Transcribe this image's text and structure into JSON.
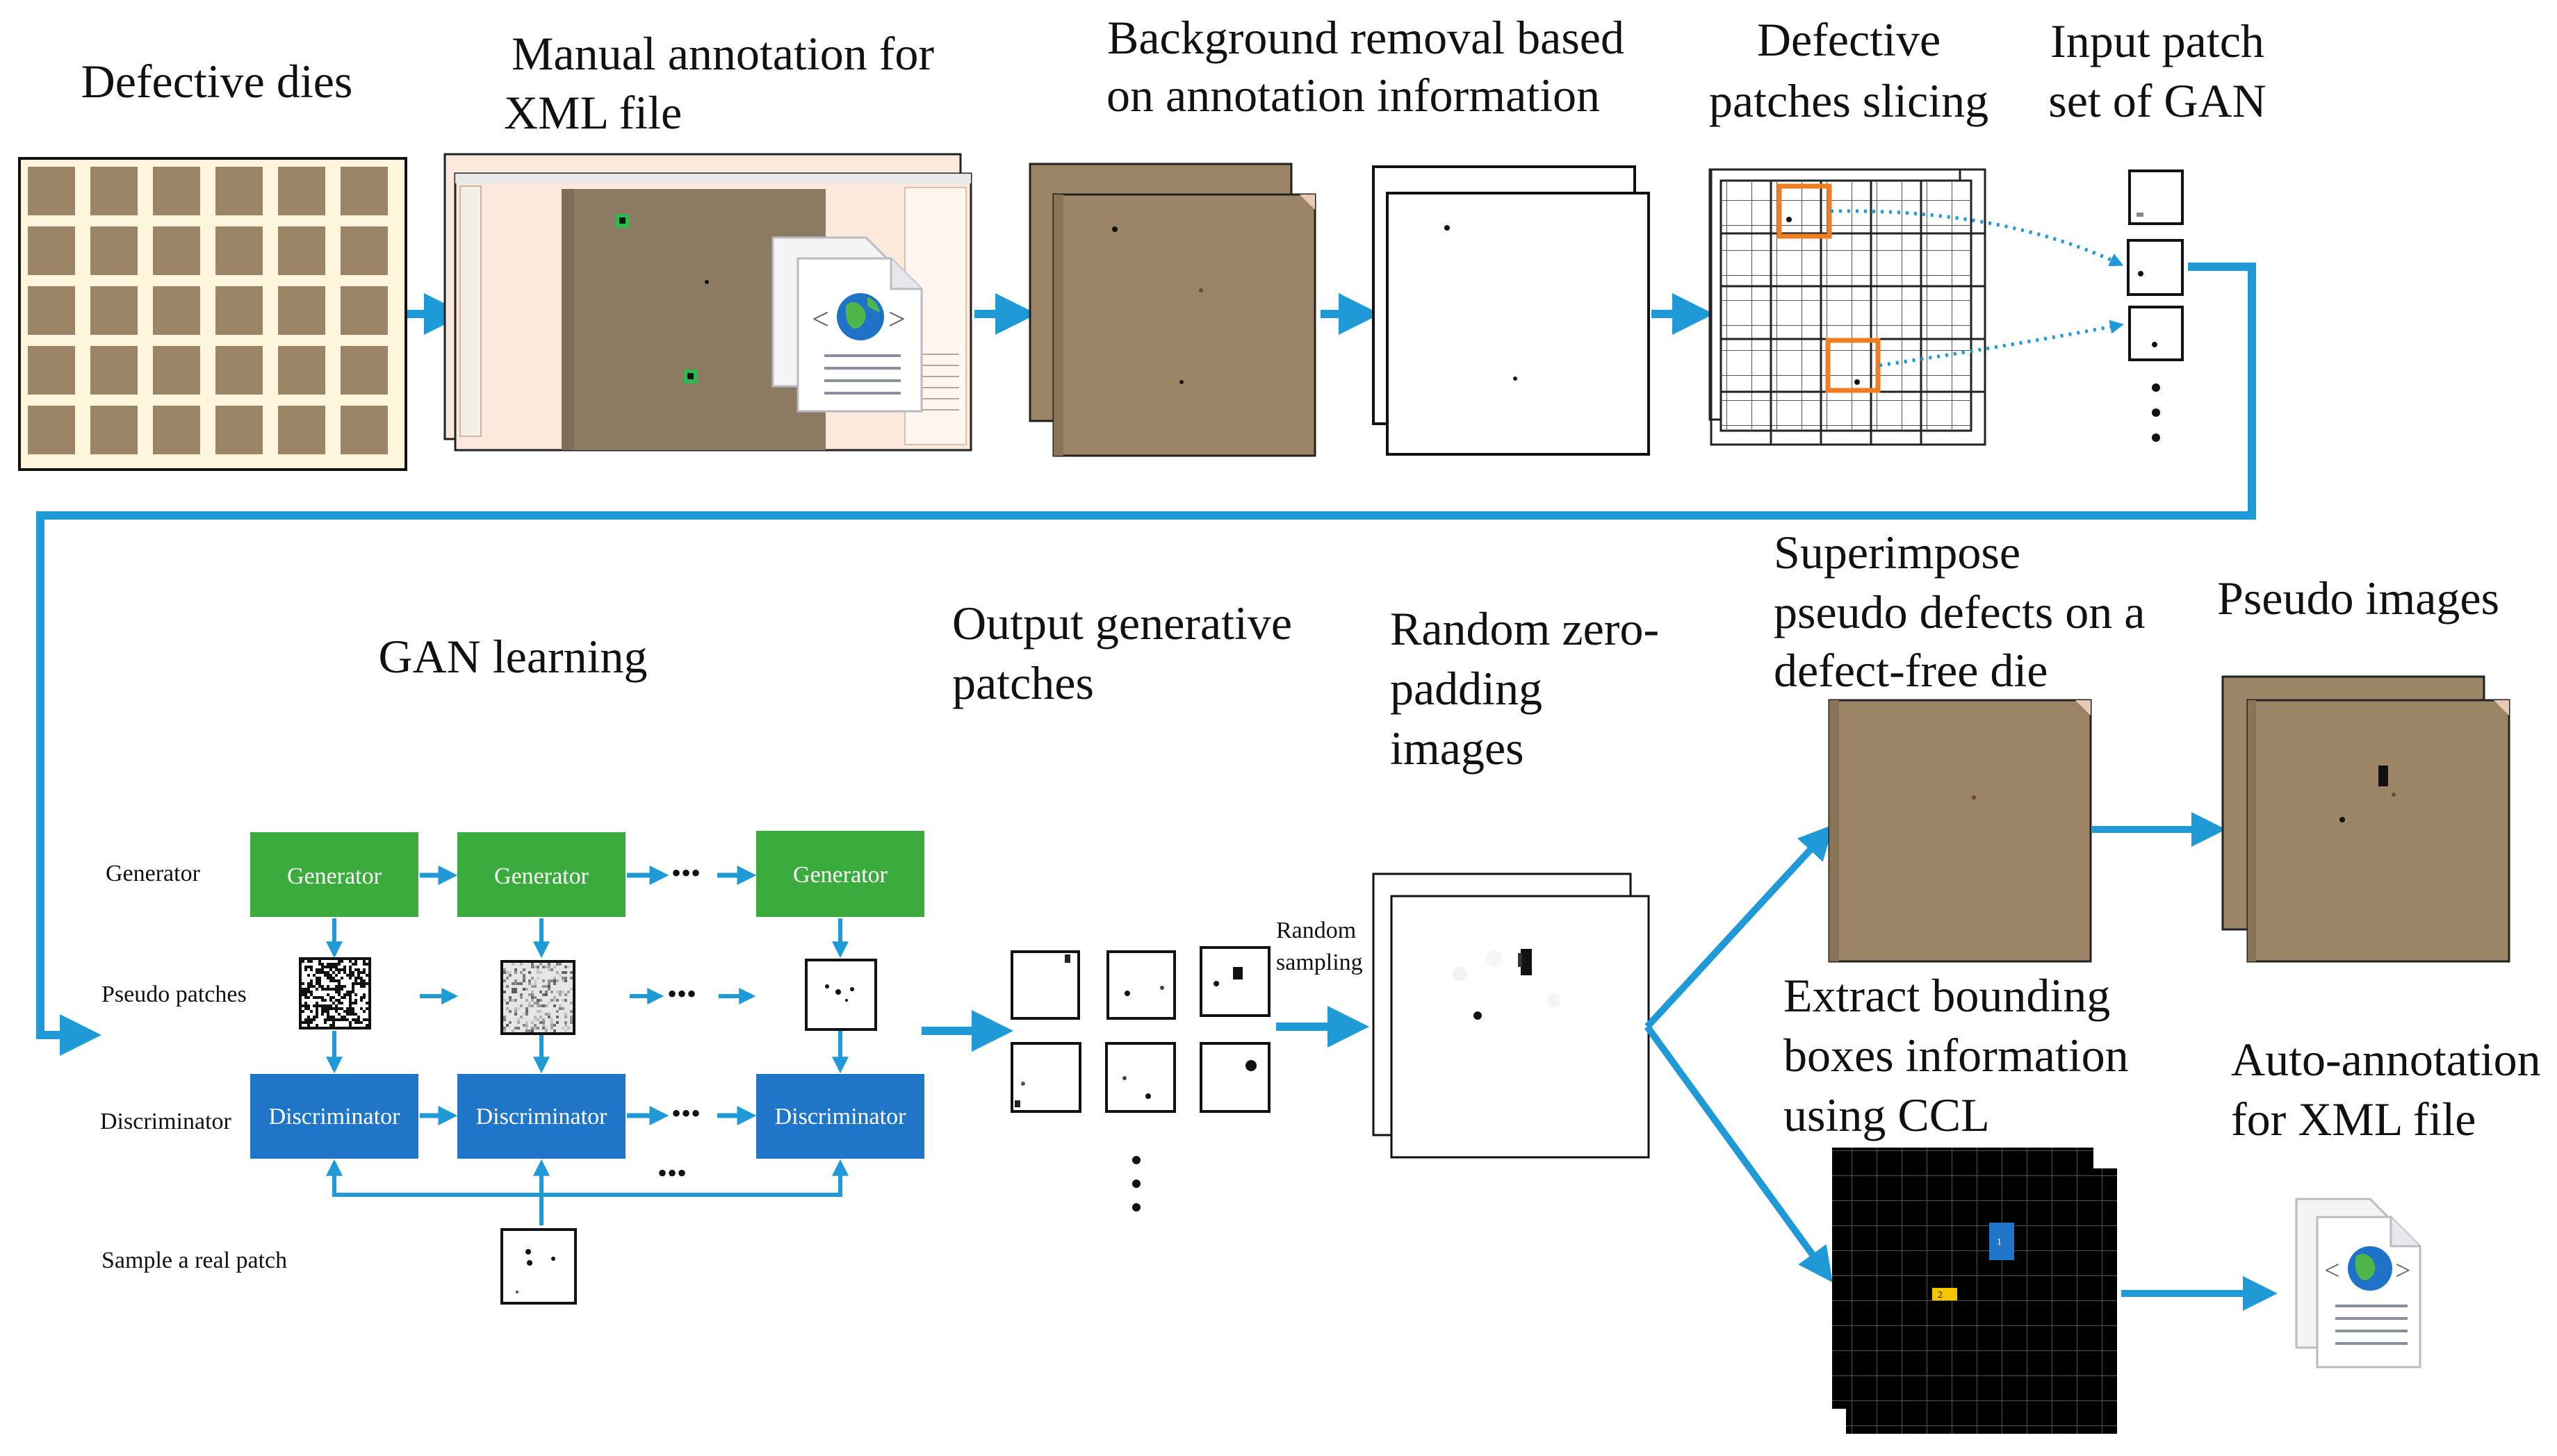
{
  "titles": {
    "defective_dies": "Defective dies",
    "manual_annotation": [
      "Manual annotation for",
      "XML file"
    ],
    "background_removal": [
      "Background removal based",
      "on annotation information"
    ],
    "defective_slicing": [
      "Defective",
      "patches slicing"
    ],
    "input_patch": [
      "Input patch",
      "set of GAN"
    ],
    "gan_learning": "GAN learning",
    "output_patches": [
      "Output generative",
      "patches"
    ],
    "zero_padding": [
      "Random zero-",
      "padding",
      "images"
    ],
    "superimpose": [
      "Superimpose",
      "pseudo defects on a",
      "defect-free die"
    ],
    "pseudo_images": "Pseudo images",
    "extract_bbox": [
      "Extract bounding",
      "boxes information",
      "using CCL"
    ],
    "auto_annotation": [
      "Auto-annotation",
      "for XML file"
    ]
  },
  "gan": {
    "row_generator": "Generator",
    "row_pseudo": "Pseudo patches",
    "row_discriminator": "Discriminator",
    "row_real": "Sample a real patch",
    "generator_box": "Generator",
    "discriminator_box": "Discriminator",
    "ellipsis": "•••",
    "random_sampling": [
      "Random",
      "sampling"
    ]
  },
  "ccl_labels": {
    "blue": "1",
    "yellow": "2"
  },
  "colors": {
    "arrow": "#1f9ad6",
    "generator": "#3aab3c",
    "discriminator": "#1f75c8",
    "die": "#9c8466",
    "die_gap": "#fdf6dc",
    "orange": "#ef7d22",
    "ccl_blue": "#1f75c8",
    "ccl_yellow": "#f5c400"
  }
}
